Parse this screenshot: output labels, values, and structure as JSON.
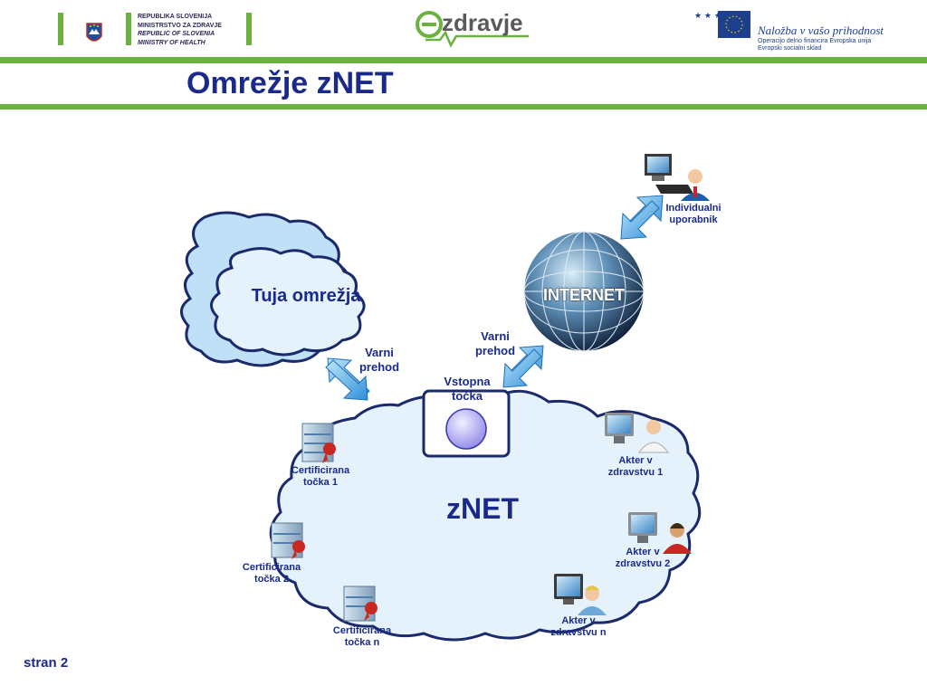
{
  "header": {
    "ministry_lines": [
      "REPUBLIKA SLOVENIJA",
      "MINISTRSTVO ZA ZDRAVJE",
      "REPUBLIC OF SLOVENIA",
      "MINISTRY OF HEALTH"
    ],
    "ezdravje_logo": "zdravje",
    "eu_slogan": "Naložba v vašo prihodnost",
    "eu_subtitle_1": "Operacijo delno financira Evropska unija",
    "eu_subtitle_2": "Evropski socialni sklad"
  },
  "title": "Omrežje zNET",
  "diagram": {
    "internet_label": "INTERNET",
    "foreign_networks_label": "Tuja omrežja",
    "znet_label": "zNET",
    "gateway_left_label": [
      "Varni",
      "prehod"
    ],
    "gateway_right_label": [
      "Varni",
      "prehod"
    ],
    "entry_point_label": [
      "Vstopna",
      "točka"
    ],
    "individual_user_label": [
      "Individualni",
      "uporabnik"
    ],
    "cert_point_1": [
      "Certificirana",
      "točka 1"
    ],
    "cert_point_2": [
      "Certificirana",
      "točka 2"
    ],
    "cert_point_n": [
      "Certificirana",
      "točka n"
    ],
    "actor_1": [
      "Akter v",
      "zdravstvu 1"
    ],
    "actor_2": [
      "Akter v",
      "zdravstvu 2"
    ],
    "actor_n": [
      "Akter v",
      "zdravstvu n"
    ]
  },
  "footer": {
    "page_label": "stran 2"
  },
  "colors": {
    "accent_green": "#6ab33f",
    "title_blue": "#1a2a8a",
    "cloud_outline": "#1a2a6a",
    "cloud_fill": "#e6f2fb"
  },
  "icons": [
    "coat-of-arms-icon",
    "globe-icon",
    "server-icon",
    "ribbon-icon",
    "computer-icon",
    "user-icon",
    "double-arrow-icon",
    "eu-flag-icon"
  ]
}
